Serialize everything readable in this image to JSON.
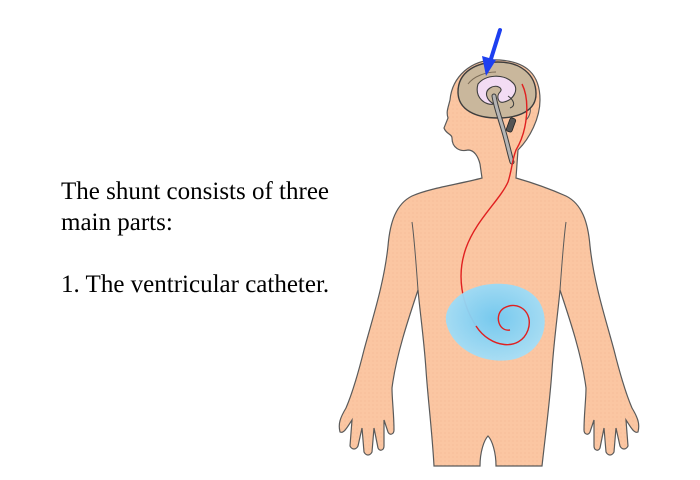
{
  "slide": {
    "intro_line_1": "The shunt consists of three",
    "intro_line_2": "main parts:",
    "list_item_1": "1. The ventricular catheter."
  },
  "illustration": {
    "icons": [
      "human-body-icon",
      "brain-icon",
      "ventricle-icon",
      "shunt-tube-icon",
      "valve-icon",
      "abdomen-catheter-icon",
      "pointer-arrow-icon"
    ],
    "colors": {
      "skin": "#fbc6a2",
      "skin_outline": "#5a5a5a",
      "brain": "#c9b79c",
      "ventricle": "#f3dcf4",
      "catheter": "#e02020",
      "tube": "#a9a9a9",
      "abdomen_fluid": "#8fd6f5",
      "arrow": "#1d3ff0"
    }
  }
}
